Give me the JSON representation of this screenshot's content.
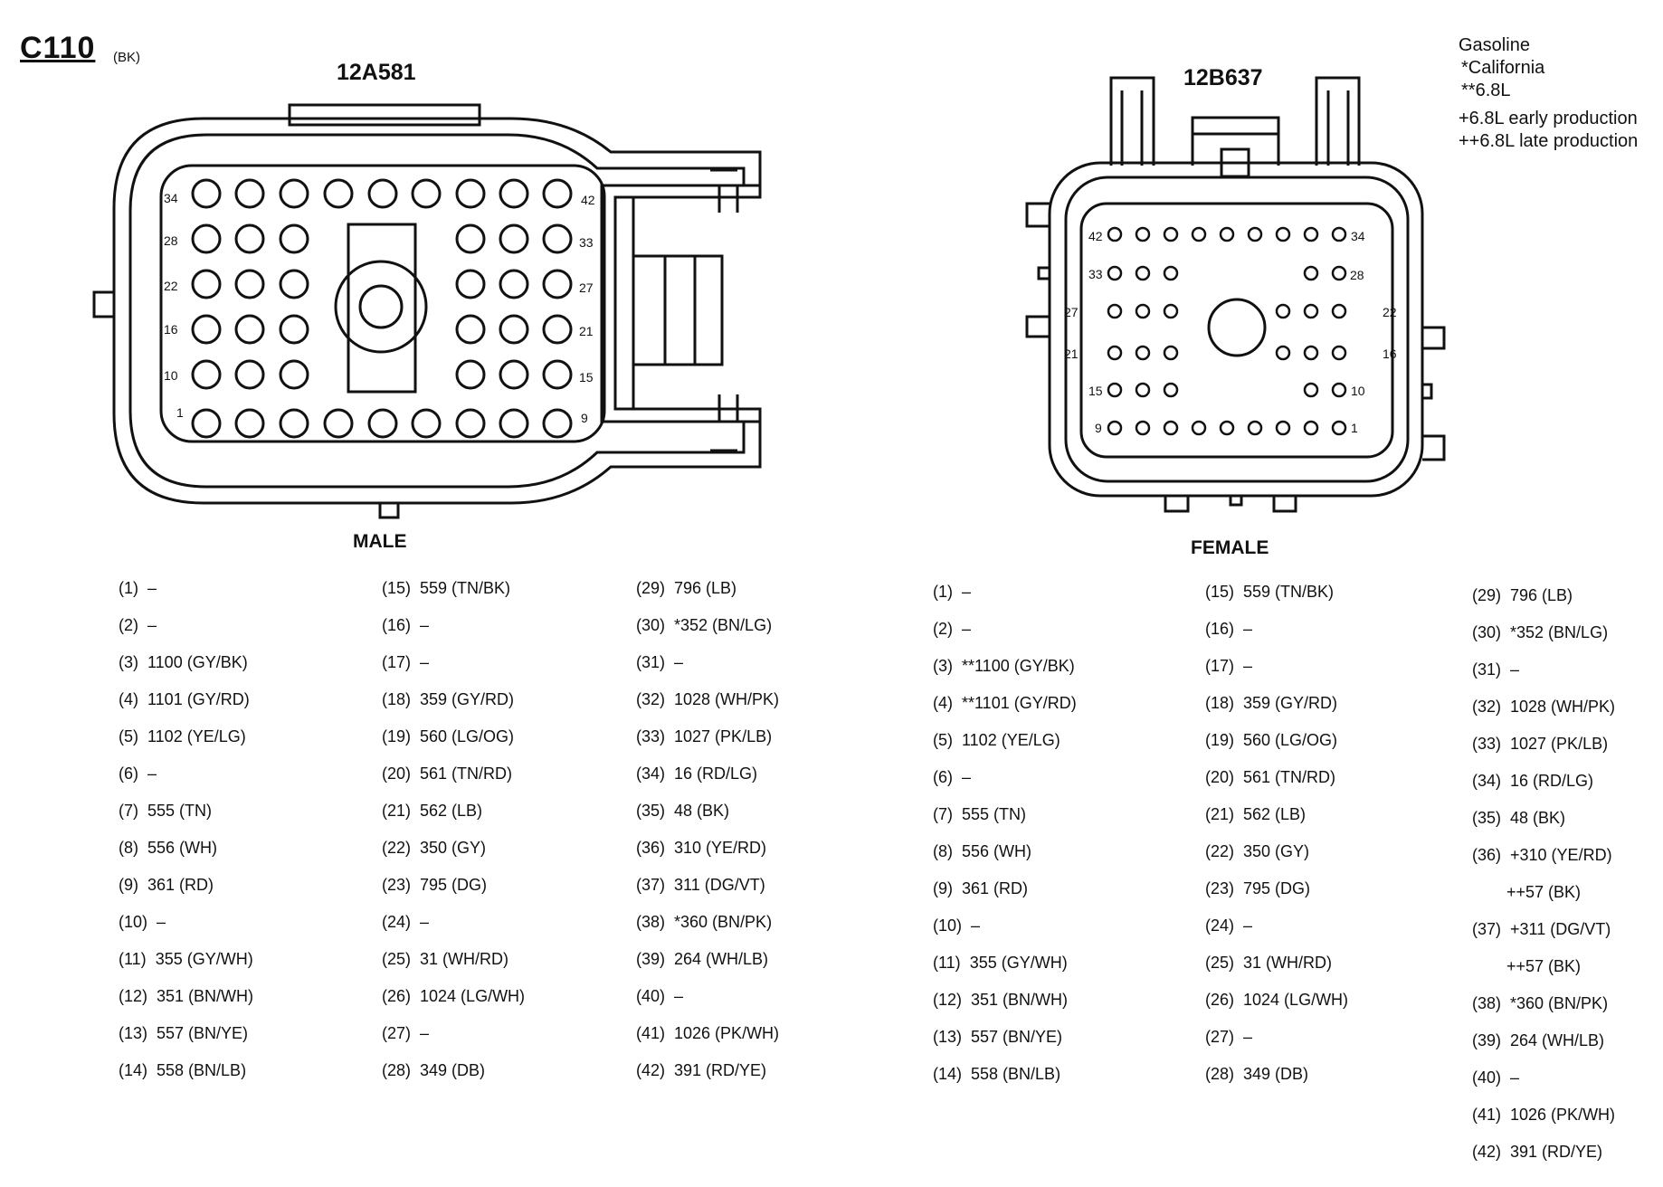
{
  "connector": {
    "name": "C110",
    "color": "(BK)"
  },
  "male": {
    "part": "12A581",
    "label": "MALE",
    "pin_labels": [
      "34",
      "42",
      "28",
      "33",
      "22",
      "27",
      "16",
      "21",
      "10",
      "15",
      "1",
      "9"
    ]
  },
  "female": {
    "part": "12B637",
    "label": "FEMALE",
    "pin_labels": [
      "42",
      "34",
      "33",
      "28",
      "27",
      "22",
      "21",
      "16",
      "15",
      "10",
      "9",
      "1"
    ]
  },
  "notes": [
    "Gasoline",
    "*California",
    "**6.8L",
    "+6.8L early production",
    "++6.8L late production"
  ],
  "male_pins": {
    "col1": [
      {
        "n": "(1)",
        "w": "–"
      },
      {
        "n": "(2)",
        "w": "–"
      },
      {
        "n": "(3)",
        "w": "1100 (GY/BK)"
      },
      {
        "n": "(4)",
        "w": "1101 (GY/RD)"
      },
      {
        "n": "(5)",
        "w": "1102 (YE/LG)"
      },
      {
        "n": "(6)",
        "w": "–"
      },
      {
        "n": "(7)",
        "w": "555 (TN)"
      },
      {
        "n": "(8)",
        "w": "556 (WH)"
      },
      {
        "n": "(9)",
        "w": "361 (RD)"
      },
      {
        "n": "(10)",
        "w": "–"
      },
      {
        "n": "(11)",
        "w": "355 (GY/WH)"
      },
      {
        "n": "(12)",
        "w": "351 (BN/WH)"
      },
      {
        "n": "(13)",
        "w": "557 (BN/YE)"
      },
      {
        "n": "(14)",
        "w": "558 (BN/LB)"
      }
    ],
    "col2": [
      {
        "n": "(15)",
        "w": "559 (TN/BK)"
      },
      {
        "n": "(16)",
        "w": "–"
      },
      {
        "n": "(17)",
        "w": "–"
      },
      {
        "n": "(18)",
        "w": "359 (GY/RD)"
      },
      {
        "n": "(19)",
        "w": "560 (LG/OG)"
      },
      {
        "n": "(20)",
        "w": "561 (TN/RD)"
      },
      {
        "n": "(21)",
        "w": "562 (LB)"
      },
      {
        "n": "(22)",
        "w": "350 (GY)"
      },
      {
        "n": "(23)",
        "w": "795 (DG)"
      },
      {
        "n": "(24)",
        "w": "–"
      },
      {
        "n": "(25)",
        "w": "31 (WH/RD)"
      },
      {
        "n": "(26)",
        "w": "1024 (LG/WH)"
      },
      {
        "n": "(27)",
        "w": "–"
      },
      {
        "n": "(28)",
        "w": "349 (DB)"
      }
    ],
    "col3": [
      {
        "n": "(29)",
        "w": "796 (LB)"
      },
      {
        "n": "(30)",
        "w": "*352 (BN/LG)"
      },
      {
        "n": "(31)",
        "w": "–"
      },
      {
        "n": "(32)",
        "w": "1028 (WH/PK)"
      },
      {
        "n": "(33)",
        "w": "1027 (PK/LB)"
      },
      {
        "n": "(34)",
        "w": "16 (RD/LG)"
      },
      {
        "n": "(35)",
        "w": "48 (BK)"
      },
      {
        "n": "(36)",
        "w": "310 (YE/RD)"
      },
      {
        "n": "(37)",
        "w": "311 (DG/VT)"
      },
      {
        "n": "(38)",
        "w": "*360 (BN/PK)"
      },
      {
        "n": "(39)",
        "w": "264 (WH/LB)"
      },
      {
        "n": "(40)",
        "w": "–"
      },
      {
        "n": "(41)",
        "w": "1026 (PK/WH)"
      },
      {
        "n": "(42)",
        "w": "391 (RD/YE)"
      }
    ]
  },
  "female_pins": {
    "col1": [
      {
        "n": "(1)",
        "w": "–"
      },
      {
        "n": "(2)",
        "w": "–"
      },
      {
        "n": "(3)",
        "w": "**1100 (GY/BK)"
      },
      {
        "n": "(4)",
        "w": "**1101 (GY/RD)"
      },
      {
        "n": "(5)",
        "w": "1102 (YE/LG)"
      },
      {
        "n": "(6)",
        "w": "–"
      },
      {
        "n": "(7)",
        "w": "555 (TN)"
      },
      {
        "n": "(8)",
        "w": "556 (WH)"
      },
      {
        "n": "(9)",
        "w": "361 (RD)"
      },
      {
        "n": "(10)",
        "w": "–"
      },
      {
        "n": "(11)",
        "w": "355 (GY/WH)"
      },
      {
        "n": "(12)",
        "w": "351 (BN/WH)"
      },
      {
        "n": "(13)",
        "w": "557 (BN/YE)"
      },
      {
        "n": "(14)",
        "w": "558 (BN/LB)"
      }
    ],
    "col2": [
      {
        "n": "(15)",
        "w": "559 (TN/BK)"
      },
      {
        "n": "(16)",
        "w": "–"
      },
      {
        "n": "(17)",
        "w": "–"
      },
      {
        "n": "(18)",
        "w": "359 (GY/RD)"
      },
      {
        "n": "(19)",
        "w": "560 (LG/OG)"
      },
      {
        "n": "(20)",
        "w": "561 (TN/RD)"
      },
      {
        "n": "(21)",
        "w": "562 (LB)"
      },
      {
        "n": "(22)",
        "w": "350 (GY)"
      },
      {
        "n": "(23)",
        "w": "795 (DG)"
      },
      {
        "n": "(24)",
        "w": "–"
      },
      {
        "n": "(25)",
        "w": "31 (WH/RD)"
      },
      {
        "n": "(26)",
        "w": "1024 (LG/WH)"
      },
      {
        "n": "(27)",
        "w": "–"
      },
      {
        "n": "(28)",
        "w": "349 (DB)"
      }
    ],
    "col3": [
      {
        "n": "(29)",
        "w": "796 (LB)"
      },
      {
        "n": "(30)",
        "w": "*352 (BN/LG)"
      },
      {
        "n": "(31)",
        "w": "–"
      },
      {
        "n": "(32)",
        "w": "1028 (WH/PK)"
      },
      {
        "n": "(33)",
        "w": "1027 (PK/LB)"
      },
      {
        "n": "(34)",
        "w": "16 (RD/LG)"
      },
      {
        "n": "(35)",
        "w": "48 (BK)"
      },
      {
        "n": "(36)",
        "w": "+310 (YE/RD)"
      },
      {
        "n": "",
        "w": "++57 (BK)"
      },
      {
        "n": "(37)",
        "w": "+311 (DG/VT)"
      },
      {
        "n": "",
        "w": "++57 (BK)"
      },
      {
        "n": "(38)",
        "w": "*360 (BN/PK)"
      },
      {
        "n": "(39)",
        "w": "264 (WH/LB)"
      },
      {
        "n": "(40)",
        "w": "–"
      },
      {
        "n": "(41)",
        "w": "1026 (PK/WH)"
      },
      {
        "n": "(42)",
        "w": "391 (RD/YE)"
      }
    ]
  }
}
